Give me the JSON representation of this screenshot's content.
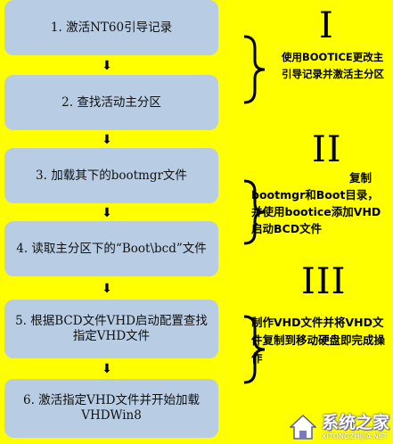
{
  "steps": [
    {
      "label": "1. 激活NT60引导记录"
    },
    {
      "label": "2. 查找活动主分区"
    },
    {
      "label": "3. 加载其下的bootmgr文件"
    },
    {
      "label": "4. 读取主分区下的“Boot\\bcd”文件"
    },
    {
      "label": "5. 根据BCD文件VHD启动配置查找指定VHD文件"
    },
    {
      "label": "6. 激活指定VHD文件并开始加载VHDWin8"
    }
  ],
  "arrow_glyph": "⬇",
  "groups": [
    {
      "numeral": "I",
      "note": "使用BOOTICE更改主引导记录并激活主分区"
    },
    {
      "numeral": "II",
      "note_line1": "复制",
      "note_rest": "bootmgr和Boot目录，并使用bootice添加VHD启动BCD文件"
    },
    {
      "numeral": "III",
      "note": "制作VHD文件并将VHD文件复制到移动硬盘即完成操作"
    }
  ],
  "watermark": {
    "title": "系统之家",
    "url": "XITONGZHIJIA.NET"
  },
  "colors": {
    "background": "#ffff00",
    "step_fill": "#b8cce4",
    "text": "#000000"
  }
}
